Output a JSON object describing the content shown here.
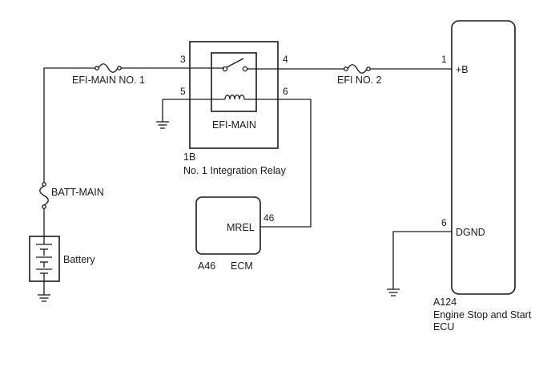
{
  "fuses": {
    "efi_main_no1": "EFI-MAIN NO. 1",
    "efi_no2": "EFI NO. 2",
    "batt_main": "BATT-MAIN"
  },
  "relay": {
    "name": "EFI-MAIN",
    "connector": "1B",
    "title": "No. 1 Integration Relay",
    "pins": {
      "p3": "3",
      "p4": "4",
      "p5": "5",
      "p6": "6"
    }
  },
  "battery": {
    "label": "Battery"
  },
  "ecm": {
    "connector": "A46",
    "name": "ECM",
    "terminal": "MREL",
    "pin": "46"
  },
  "stop_start_ecu": {
    "connector": "A124",
    "name_line1": "Engine Stop and Start",
    "name_line2": "ECU",
    "term_b": "+B",
    "pin_b": "1",
    "term_gnd": "DGND",
    "pin_gnd": "6"
  },
  "colors": {
    "ink": "#1a1a1a",
    "background": "#ffffff"
  }
}
